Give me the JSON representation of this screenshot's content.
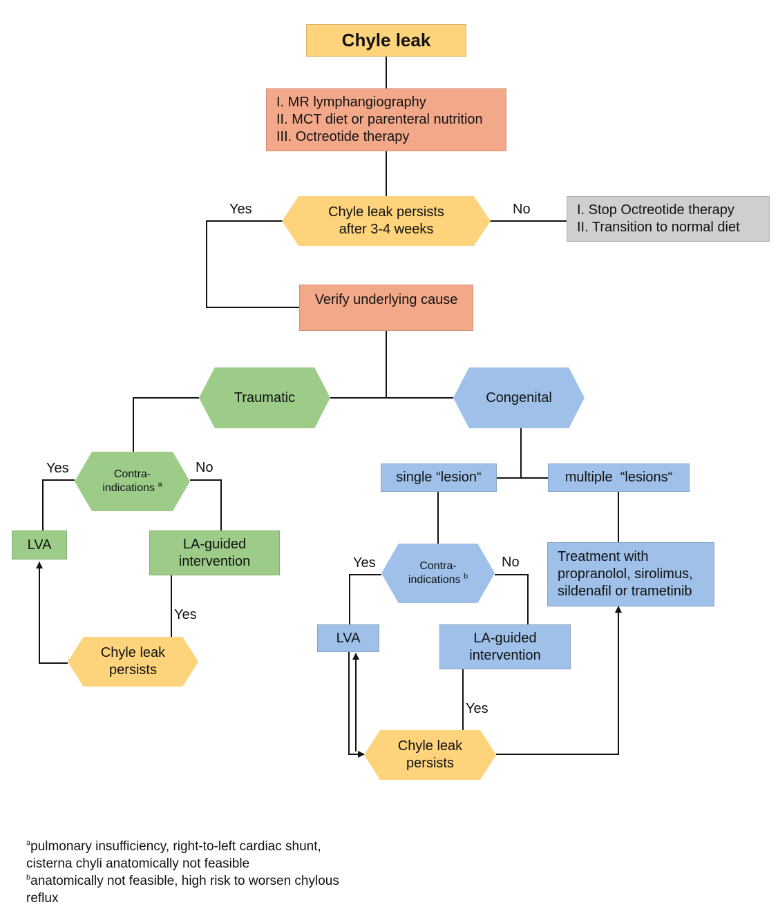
{
  "nodes": {
    "chyle_leak_title": "Chyle leak",
    "initial_steps": [
      "I. MR lymphangiography",
      "II. MCT diet or parenteral nutrition",
      "III. Octreotide therapy"
    ],
    "persists_question": [
      "Chyle leak persists",
      "after 3-4 weeks"
    ],
    "stop_steps": [
      "I.  Stop Octreotide therapy",
      "II. Transition to normal diet"
    ],
    "verify_cause": "Verify underlying cause",
    "traumatic": "Traumatic",
    "congenital": "Congenital",
    "contra_left": {
      "line1": "Contra-",
      "line2": "indications",
      "sup": "a"
    },
    "lva_left": "LVA",
    "la_guided_left": [
      "LA-guided",
      "intervention"
    ],
    "persists_left": [
      "Chyle leak",
      "persists"
    ],
    "single_lesion": "single “lesion“",
    "multiple_lesions": "multiple  “lesions“",
    "contra_right": {
      "line1": "Contra-",
      "line2": "indications",
      "sup": "b"
    },
    "treatment": [
      "Treatment with",
      "propranolol, sirolimus,",
      "sildenafil or trametinib"
    ],
    "lva_right": "LVA",
    "la_guided_right": [
      "LA-guided",
      "intervention"
    ],
    "persists_right": [
      "Chyle leak",
      "persists"
    ]
  },
  "edge_labels": {
    "yes_top": "Yes",
    "no_top": "No",
    "yes_left_contra": "Yes",
    "no_left_contra": "No",
    "yes_left_la": "Yes",
    "yes_right_contra": "Yes",
    "no_right_contra": "No",
    "yes_right_la": "Yes"
  },
  "footnotes": {
    "a": {
      "marker": "a",
      "text": "pulmonary insufficiency, right-to-left cardiac shunt, cisterna chyli anatomically not feasible"
    },
    "b": {
      "marker": "b",
      "text": "anatomically not feasible, high risk to worsen chylous reflux"
    }
  },
  "colors": {
    "yellow": "#fdd37c",
    "salmon": "#f4a88a",
    "green": "#9ccc88",
    "blue": "#9fc0e8",
    "gray": "#cfcfcf"
  }
}
